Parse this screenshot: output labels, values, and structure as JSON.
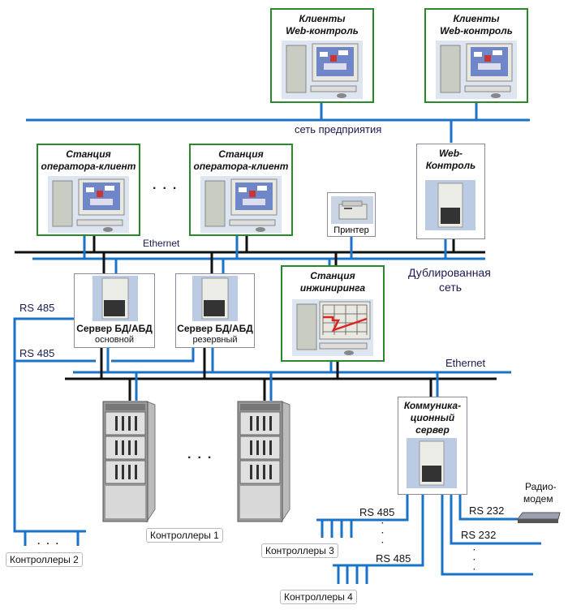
{
  "colors": {
    "ethernet_black": "#111111",
    "ethernet_blue": "#1a73c8",
    "station_border": "#2a8a2a",
    "server_border": "#8a8aa8",
    "label_text": "#1a1a50"
  },
  "networks": {
    "enterprise": "сеть предприятия",
    "ethernet_top": "Ethernet",
    "ethernet_bottom": "Ethernet",
    "redundant": "Дублированная сеть",
    "redundant_line1": "Дублированная",
    "redundant_line2": "сеть"
  },
  "nodes": {
    "web_client_1": {
      "line1": "Клиенты",
      "line2": "Web-контроль"
    },
    "web_client_2": {
      "line1": "Клиенты",
      "line2": "Web-контроль"
    },
    "operator_station_1": {
      "line1": "Станция",
      "line2": "оператора-клиент"
    },
    "operator_station_2": {
      "line1": "Станция",
      "line2": "оператора-клиент"
    },
    "web_control": {
      "line1": "Web-",
      "line2": "Контроль"
    },
    "printer": {
      "label": "Принтер"
    },
    "engineering_station": {
      "line1": "Станция",
      "line2": "инжиниринга"
    },
    "db_server_main": {
      "label": "Сервер БД/АБД",
      "sub": "основной"
    },
    "db_server_reserve": {
      "label": "Сервер БД/АБД",
      "sub": "резервный"
    },
    "comm_server": {
      "line1": "Коммуника-",
      "line2": "ционный",
      "line3": "сервер"
    },
    "radio_modem": {
      "line1": "Радио-",
      "line2": "модем"
    }
  },
  "links": {
    "rs485_a": "RS 485",
    "rs485_b": "RS 485",
    "rs485_c": "RS 485",
    "rs485_d": "RS 485",
    "rs232_a": "RS 232",
    "rs232_b": "RS 232"
  },
  "controllers": {
    "c1": "Контроллеры 1",
    "c2": "Контроллеры 2",
    "c3": "Контроллеры 3",
    "c4": "Контроллеры 4"
  },
  "ellipsis": "...",
  "icons": [
    "workstation-icon",
    "server-tower-icon",
    "printer-icon",
    "controller-rack-icon",
    "radio-modem-icon",
    "trend-chart-icon"
  ]
}
